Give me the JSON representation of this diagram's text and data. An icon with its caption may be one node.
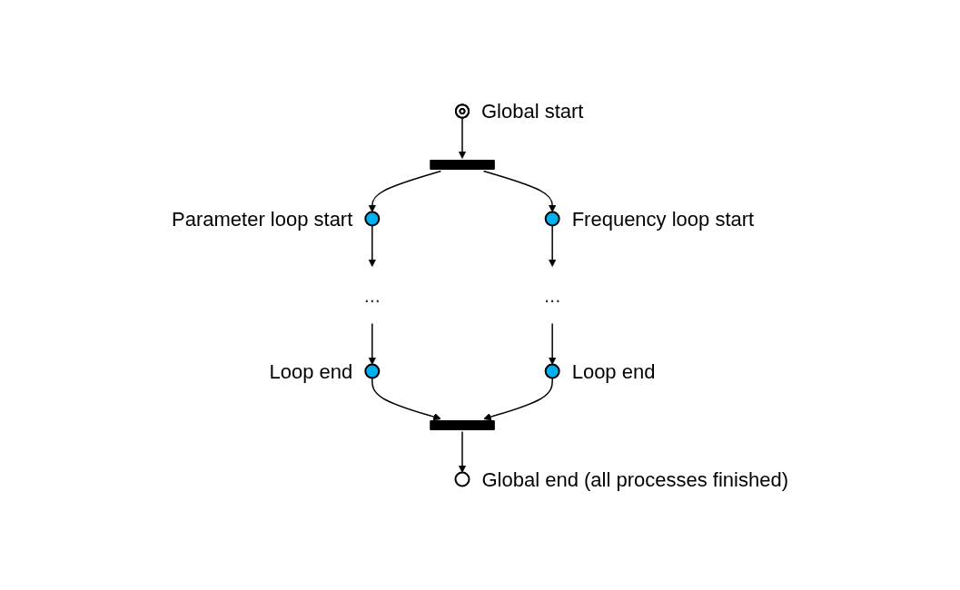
{
  "diagram": {
    "nodes": [
      {
        "text": [],
        "shape": "circle",
        "beside": [
          "Global start"
        ]
      },
      {
        "text": [],
        "shape": "bar"
      },
      {
        "text": [],
        "shape": "circle",
        "beside": [
          "Parameter loop start"
        ]
      },
      {
        "text": [],
        "shape": "circle",
        "beside": [
          "Frequency loop start"
        ]
      },
      {
        "text": [
          "..."
        ]
      },
      {
        "text": [
          "..."
        ]
      },
      {
        "text": [],
        "shape": "circle",
        "beside": [
          "Loop end"
        ]
      },
      {
        "text": [],
        "shape": "circle",
        "beside": [
          "Loop end"
        ]
      },
      {
        "text": [],
        "shape": "bar"
      },
      {
        "text": [],
        "shape": "circle",
        "beside": [
          "Global end (all processes finished)"
        ]
      }
    ],
    "edges": [
      {
        "from": 0,
        "to": 1,
        "arrow": "to"
      },
      {
        "from": 1,
        "to": 2,
        "arrow": "to"
      },
      {
        "from": 1,
        "to": 3,
        "arrow": "to"
      },
      {
        "from": 2,
        "to": 4,
        "arrow": "to"
      },
      {
        "from": 3,
        "to": 5,
        "arrow": "to"
      },
      {
        "from": 4,
        "to": 6,
        "arrow": "to"
      },
      {
        "from": 5,
        "to": 7,
        "arrow": "to"
      },
      {
        "from": 6,
        "to": 8,
        "arrow": "to"
      },
      {
        "from": 7,
        "to": 8,
        "arrow": "to"
      },
      {
        "from": 8,
        "to": 9,
        "arrow": "to"
      }
    ]
  }
}
